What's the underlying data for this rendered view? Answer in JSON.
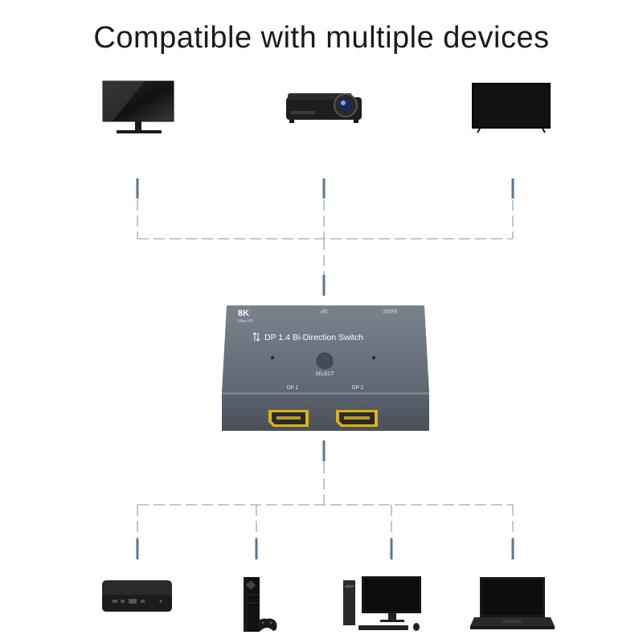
{
  "title": "Compatible with multiple devices",
  "switch": {
    "badge": "8K",
    "badge_sub": "Ultra HD",
    "top_port_dp": "DP",
    "top_port_power": "5V/DC",
    "name": "DP 1.4 Bi-Direction Switch",
    "select_label": "SELECT",
    "port1_label": "DP 1",
    "port2_label": "DP 2"
  },
  "devices": {
    "top": [
      "monitor-icon",
      "projector-icon",
      "tv-icon"
    ],
    "bottom": [
      "tv-box-icon",
      "game-console-icon",
      "desktop-pc-icon",
      "laptop-icon"
    ]
  },
  "colors": {
    "line": "#5d7590",
    "device_dark": "#1f1f1f",
    "switch_body": "#5e6672",
    "port_gold": "#d8b21a"
  }
}
